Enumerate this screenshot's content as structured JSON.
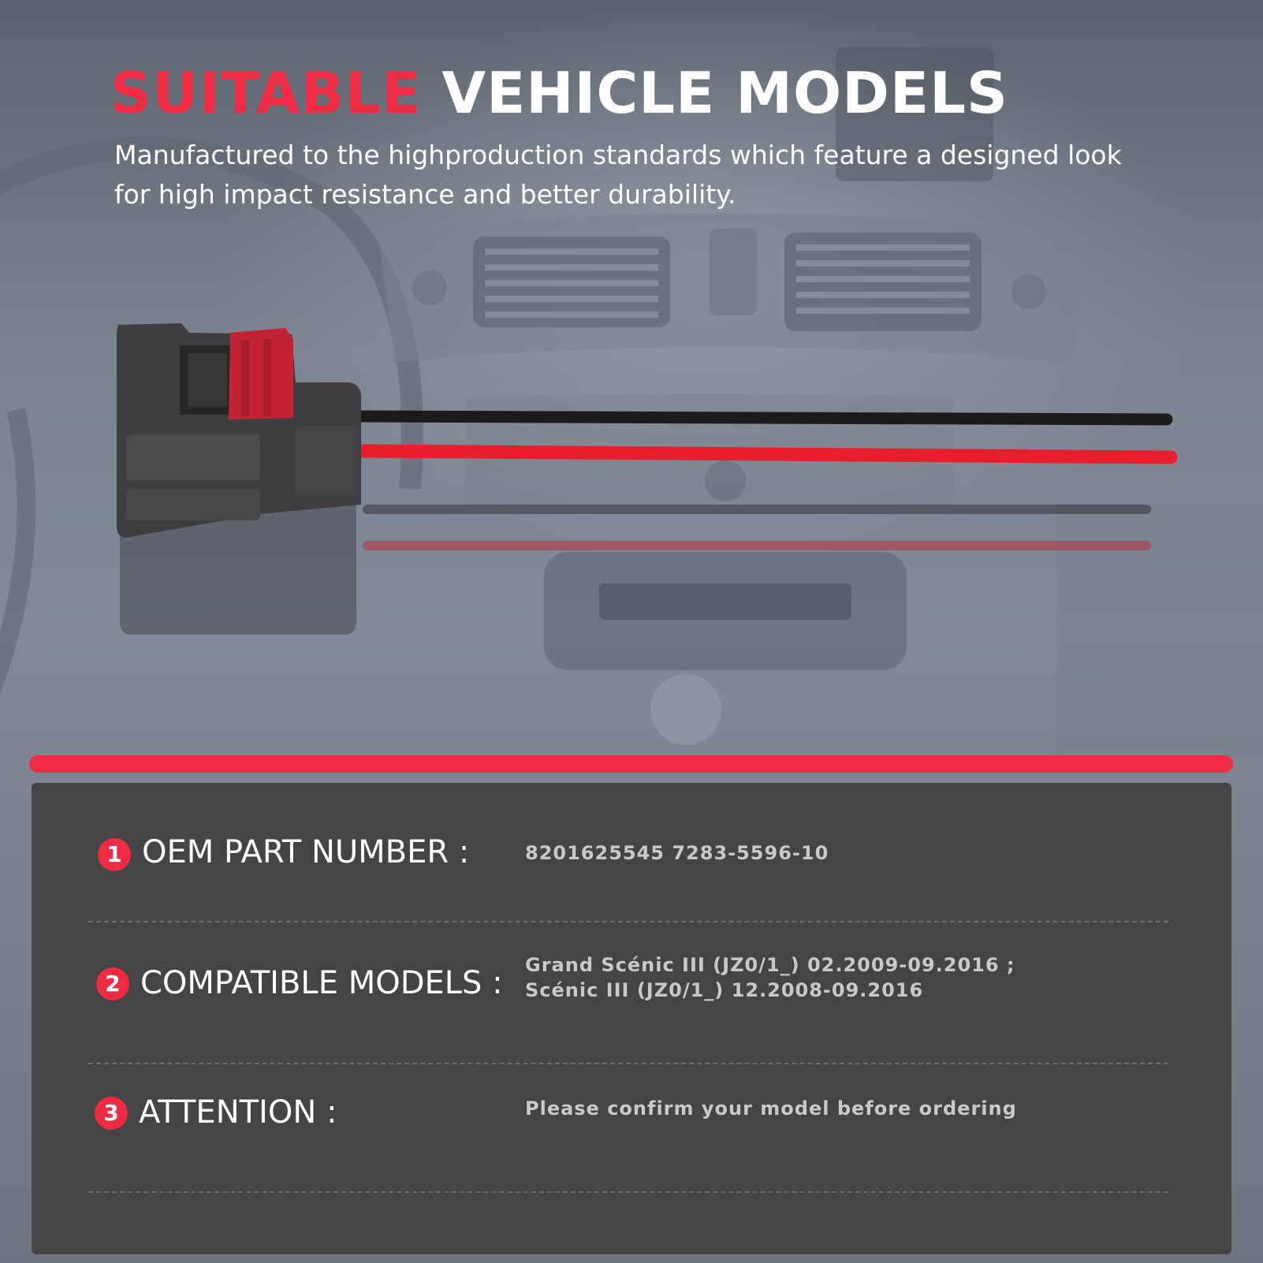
{
  "headline": {
    "accent_word": "SUITABLE",
    "rest": "VEHICLE MODELS",
    "accent_color": "#ef2a43"
  },
  "subtitle": "Manufactured to the highproduction standards which feature a designed look for high impact resistance and better durability.",
  "specs": [
    {
      "number": "1",
      "label": "OEM PART NUMBER :",
      "value_lines": [
        "8201625545 7283-5596-10"
      ]
    },
    {
      "number": "2",
      "label": "COMPATIBLE MODELS :",
      "value_lines": [
        "Grand Scénic III (JZ0/1_) 02.2009-09.2016 ;",
        "Scénic III (JZ0/1_) 12.2008-09.2016"
      ]
    },
    {
      "number": "3",
      "label": "ATTENTION :",
      "value_lines": [
        "Please confirm your model before ordering"
      ]
    }
  ],
  "colors": {
    "accent": "#ef2a43",
    "panel": "#444444",
    "wire_black": "#1a1a1a",
    "wire_red": "#e81e2e"
  }
}
